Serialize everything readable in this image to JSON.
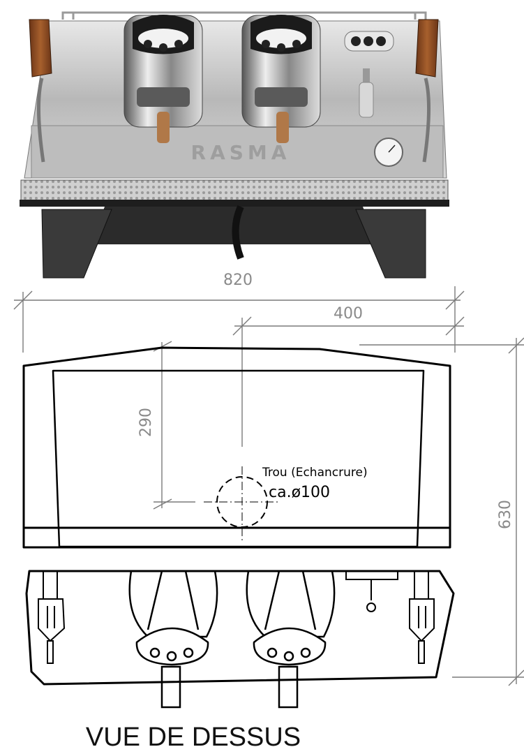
{
  "dimensions": {
    "width_total": "820",
    "offset_center": "400",
    "depth_center": "290",
    "depth_total": "630"
  },
  "annotation": {
    "hole_label": "Trou (Echancrure)",
    "hole_size": "ca.ø100"
  },
  "brand_mark": "RASMA",
  "view_title": "VUE DE DESSUS",
  "colors": {
    "line": "#000000",
    "dimension": "#7a7a7a",
    "steel": "#c9c9c9",
    "dark": "#2b2b2b",
    "wood": "#8a4b22"
  }
}
